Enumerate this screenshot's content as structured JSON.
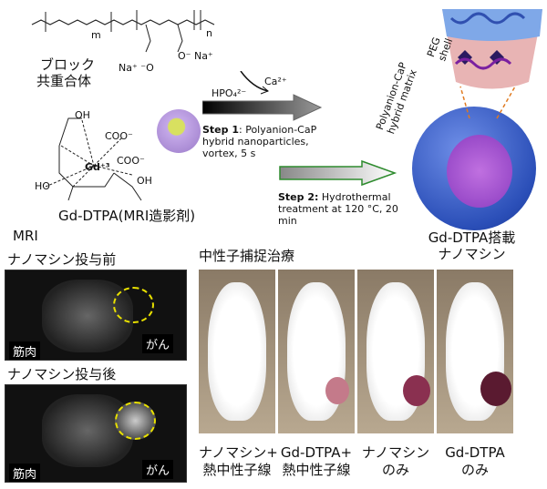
{
  "polymer": {
    "m": "m",
    "n": "n",
    "na1": "Na⁺ ⁻O",
    "na2": "O⁻ Na⁺",
    "label_line1": "ブロック",
    "label_line2": "共重合体"
  },
  "gd_dtpa": {
    "gd": "Gd⁺³",
    "coo1": "COO⁻",
    "coo2": "COO⁻",
    "oh1": "OH",
    "oh2": "OH",
    "ho": "HO",
    "label": "Gd-DTPA(MRI造影剤)"
  },
  "reaction": {
    "hpo4": "HPO₄²⁻",
    "ca": "Ca²⁺",
    "step1_bold": "Step 1",
    "step1_text": ": Polyanion-CaP hybrid nanoparticles, vortex, 5 s",
    "step2_bold": "Step 2:",
    "step2_text": " Hydrothermal treatment at 120 °C, 20 min"
  },
  "nanomachine": {
    "peg": "PEG shell",
    "matrix": "Polyanion-CaP hybrid matrix",
    "label_line1": "Gd-DTPA搭載",
    "label_line2": "ナノマシン"
  },
  "mri": {
    "title": "MRI",
    "before": "ナノマシン投与前",
    "after": "ナノマシン投与後",
    "muscle": "筋肉",
    "cancer": "がん"
  },
  "nct": {
    "title": "中性子捕捉治療",
    "groups": [
      {
        "l1": "ナノマシン+",
        "l2": "熱中性子線"
      },
      {
        "l1": "Gd-DTPA+",
        "l2": "熱中性子線"
      },
      {
        "l1": "ナノマシン",
        "l2": "のみ"
      },
      {
        "l1": "Gd-DTPA",
        "l2": "のみ"
      }
    ]
  },
  "colors": {
    "shell": "#3a5fc8",
    "core": "#9b4fd0",
    "green_arrow": "#2e8b2e",
    "orange": "#e07a20",
    "tumor_outline": "#e8e000"
  }
}
